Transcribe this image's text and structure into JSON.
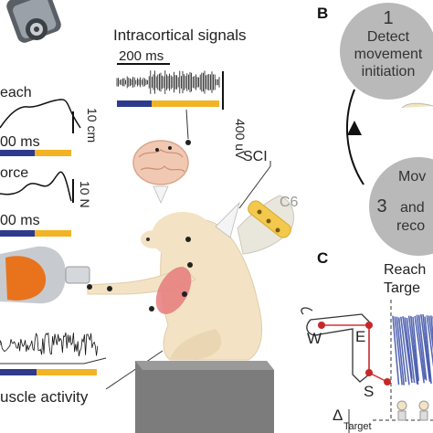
{
  "panels": {
    "b": "B",
    "c": "C"
  },
  "intracortical": {
    "title": "Intracortical signals",
    "time_scale": "200 ms",
    "amp_scale": "400 uV"
  },
  "reach": {
    "label": "each",
    "time_scale": "00 ms",
    "amp_scale": "10 cm"
  },
  "force": {
    "label": "orce",
    "time_scale": "00 ms",
    "amp_scale": "10 N"
  },
  "emg": {
    "label": "uscle activity"
  },
  "injury": {
    "sci": "SCI",
    "level": "C6"
  },
  "loop": {
    "step1_num": "1",
    "step1_line1": "Detect",
    "step1_line2": "movement",
    "step1_line3": "initiation",
    "step3_num": "3",
    "step3_line1": "Mov",
    "step3_line2": "and",
    "step3_line3": "reco"
  },
  "kinematics": {
    "title": "Reach",
    "subtitle": "Targe",
    "marker_w": "W",
    "marker_e": "E",
    "marker_s": "S",
    "delta": "Δ",
    "delta_sub": "Target"
  },
  "colors": {
    "phase1": "#2e3a8c",
    "phase2": "#f2b324",
    "circle": "#b9b9b9",
    "monkey": "#f3e3c4",
    "pedestal": "#7c7c7c",
    "orange": "#e8731c",
    "kin_blue": "#3a4fa8"
  }
}
